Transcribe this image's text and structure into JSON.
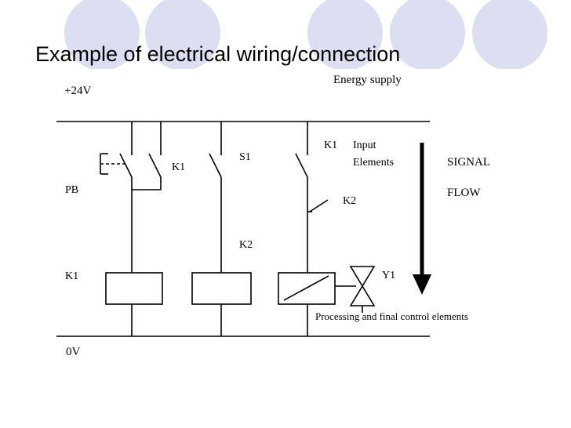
{
  "slide": {
    "title": "Example of electrical wiring/connection",
    "decor_color": "#dcdff2"
  },
  "diagram": {
    "supply_label": "+24V",
    "ground_label": "0V",
    "energy_supply": "Energy supply",
    "pb_label": "PB",
    "k1_row_label": "K1",
    "k1_contact_label": "K1",
    "s1_label": "S1",
    "k2_label": "K2",
    "k1_input_label": "K1",
    "input_line1": "Input",
    "input_line2": "Elements",
    "k2_contact_label": "K2",
    "y1_label": "Y1",
    "signal_line1": "SIGNAL",
    "signal_line2": "FLOW",
    "processing_label": "Processing and final control elements"
  }
}
